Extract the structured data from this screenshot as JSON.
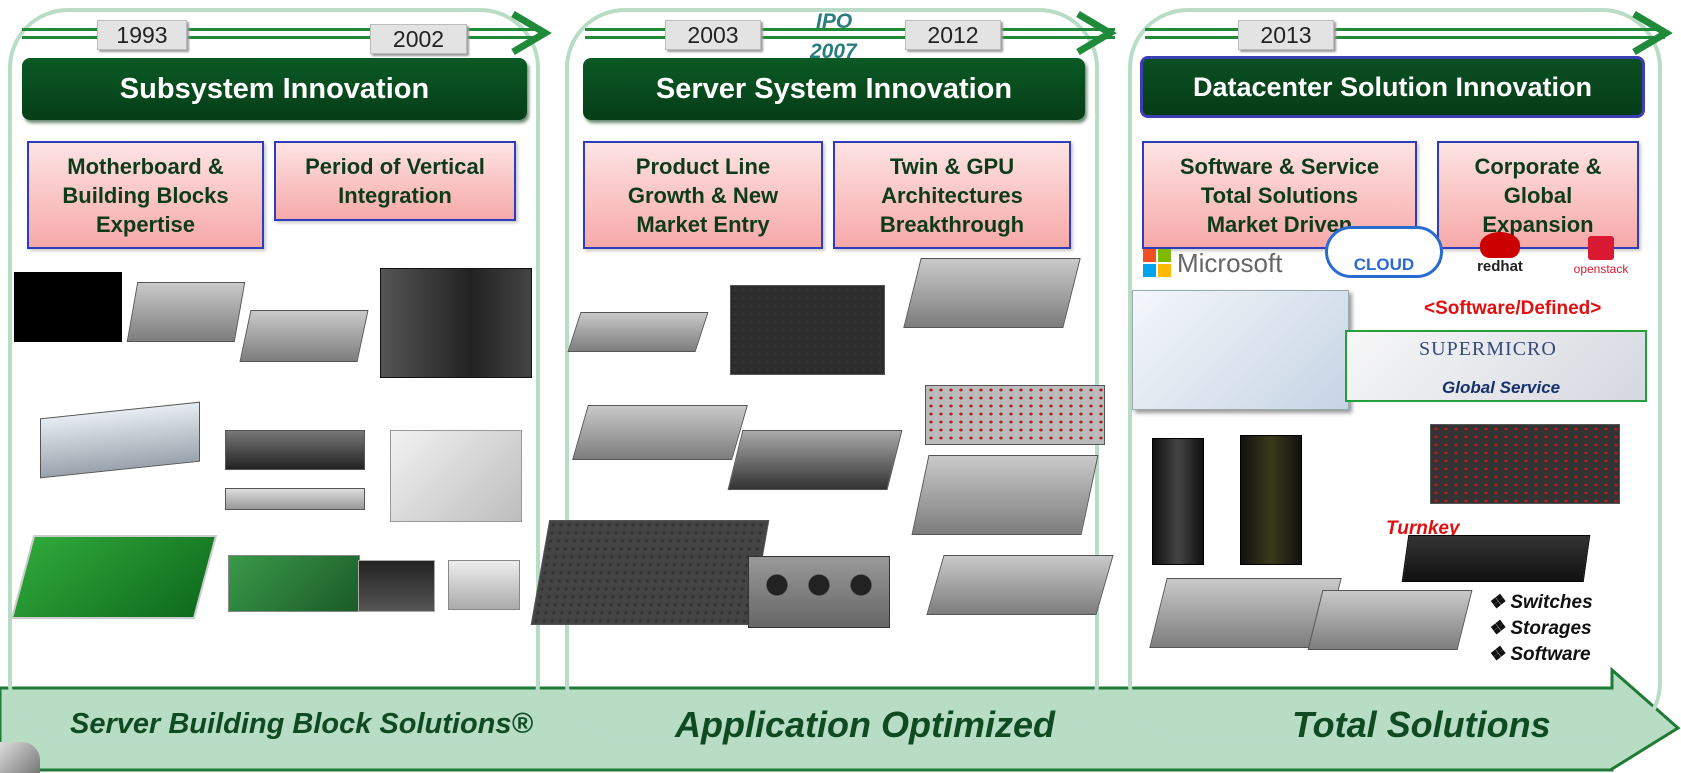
{
  "timeline": {
    "years": [
      "1993",
      "2002",
      "2003",
      "2012",
      "2013"
    ],
    "ipo_label": "IPO",
    "ipo_year": "2007"
  },
  "phases": [
    {
      "title": "Subsystem Innovation",
      "boxes": [
        "Motherboard &\nBuilding Blocks\nExpertise",
        "Period of Vertical\nIntegration"
      ]
    },
    {
      "title": "Server System Innovation",
      "boxes": [
        "Product Line\nGrowth & New\nMarket Entry",
        "Twin & GPU\nArchitectures\nBreakthrough"
      ]
    },
    {
      "title": "Datacenter Solution Innovation",
      "boxes": [
        "Software & Service\nTotal Solutions\nMarket Driven",
        "Corporate &\nGlobal\nExpansion"
      ]
    }
  ],
  "logos": {
    "microsoft": "Microsoft",
    "cloud": "CLOUD",
    "redhat": "redhat",
    "openstack": "openstack",
    "software_defined": "<Software/Defined>",
    "supermicro": "SUPERMICRO",
    "global_service": "Global Service",
    "turnkey": "Turnkey"
  },
  "bullets": [
    "Switches",
    "Storages",
    "Software"
  ],
  "bottom_labels": [
    "Server Building Block Solutions®",
    "Application Optimized",
    "Total Solutions"
  ],
  "colors": {
    "header_green": "#053d17",
    "box_pink": "#f7a9a9",
    "box_border": "#2f3dbd",
    "arrow_green": "#1f8a3a",
    "band_green": "#b7dec5",
    "text_dark_green": "#0f4a22"
  }
}
